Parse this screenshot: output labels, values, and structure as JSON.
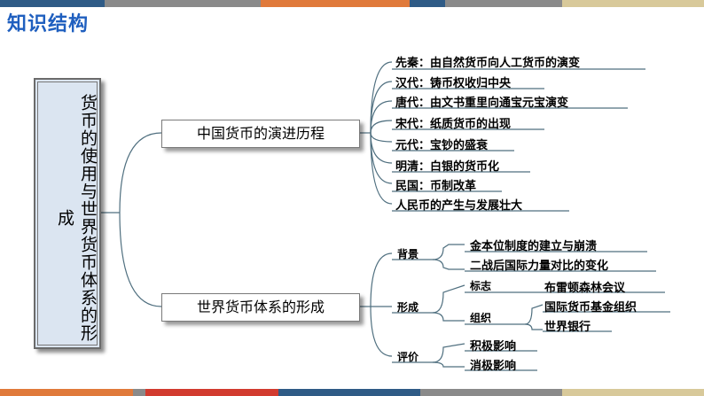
{
  "title": "知识结构",
  "root": "货币的使用与世界货币体系的形成",
  "branches": [
    {
      "label": "中国货币的演进历程",
      "items": [
        "先秦：由自然货币向人工货币的演变",
        "汉代：铸币权收归中央",
        "唐代：由文书重里向通宝元宝演变",
        "宋代：纸质货币的出现",
        "元代：宝钞的盛衰",
        "明清：白银的货币化",
        "民国：币制改革",
        "人民币的产生与发展壮大"
      ]
    },
    {
      "label": "世界货币体系的形成",
      "groups": [
        {
          "name": "背景",
          "items": [
            "金本位制度的建立与崩溃",
            "二战后国际力量对比的变化"
          ]
        },
        {
          "name": "形成",
          "subs": [
            {
              "name": "标志",
              "items": [
                "布雷顿森林会议"
              ]
            },
            {
              "name": "组织",
              "items": [
                "国际货币基金组织",
                "世界银行"
              ]
            }
          ]
        },
        {
          "name": "评价",
          "items": [
            "积极影响",
            "消极影响"
          ]
        }
      ]
    }
  ],
  "colors": {
    "top_stripes": [
      "#2f5b86",
      "#8a8a8a",
      "#e07a3b",
      "#2f5b86",
      "#8a8a8a",
      "#d8c99a"
    ],
    "bottom_stripes": [
      "#e07a3b",
      "#8a8a8a",
      "#d23b2f",
      "#2f5b86",
      "#8a8a8a",
      "#d8c99a"
    ],
    "title": "#1f5fbf",
    "wire": "#4f6f7f",
    "root_fill": "#dbe5f1"
  }
}
